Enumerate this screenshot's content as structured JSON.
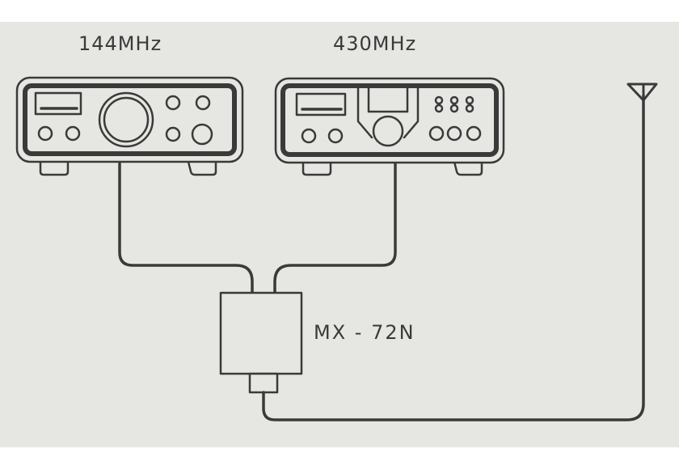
{
  "diagram": {
    "title": "",
    "background_color": "#e6e6e3",
    "line_color": "#3a3a3a",
    "nodes": [
      {
        "id": "radio-144",
        "type": "transceiver",
        "label": "144MHz"
      },
      {
        "id": "radio-430",
        "type": "transceiver",
        "label": "430MHz"
      },
      {
        "id": "duplexer",
        "type": "duplexer-box",
        "label": "MX - 72N"
      },
      {
        "id": "antenna",
        "type": "antenna",
        "label": ""
      }
    ],
    "edges": [
      {
        "from": "radio-144",
        "to": "duplexer"
      },
      {
        "from": "radio-430",
        "to": "duplexer"
      },
      {
        "from": "duplexer",
        "to": "antenna"
      }
    ]
  },
  "labels": {
    "radio_144": "144MHz",
    "radio_430": "430MHz",
    "duplexer": "MX - 72N"
  }
}
